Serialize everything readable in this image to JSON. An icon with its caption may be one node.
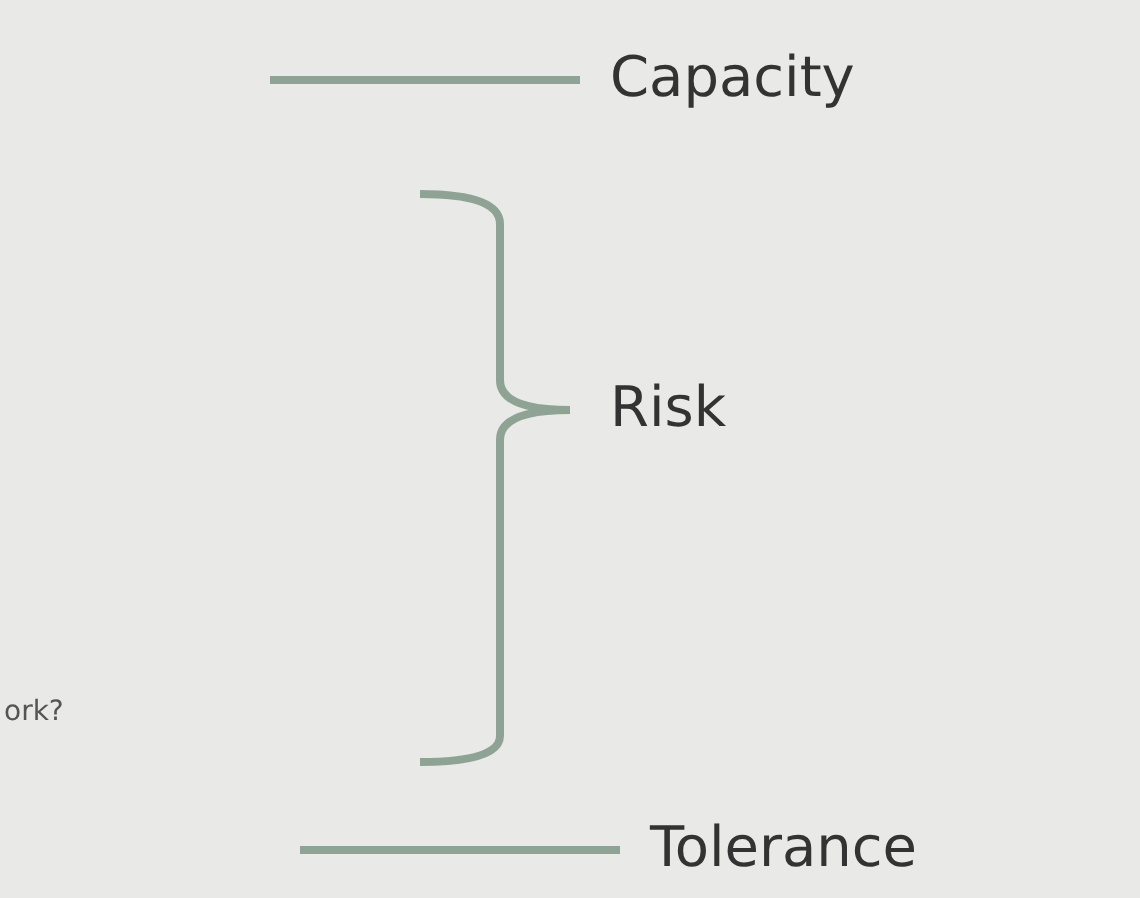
{
  "diagram": {
    "labels": [
      "Capacity",
      "Risk",
      "ork?",
      "Tolerance"
    ]
  }
}
